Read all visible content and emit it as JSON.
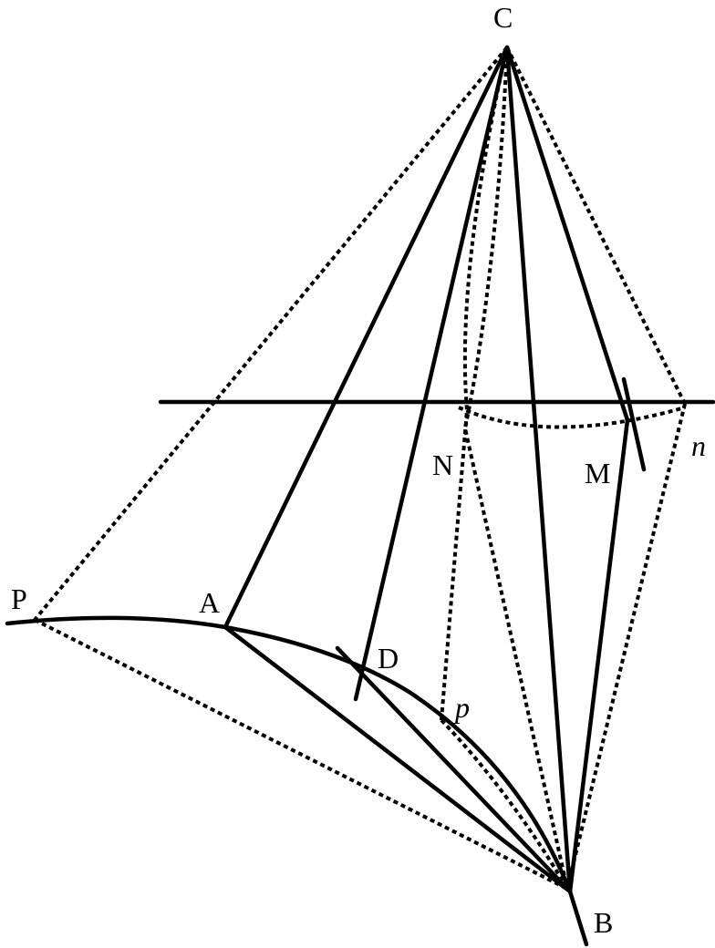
{
  "labels": {
    "C": "C",
    "P": "P",
    "A": "A",
    "D": "D",
    "N": "N",
    "M": "M",
    "n": "n",
    "p": "p",
    "B": "B"
  }
}
